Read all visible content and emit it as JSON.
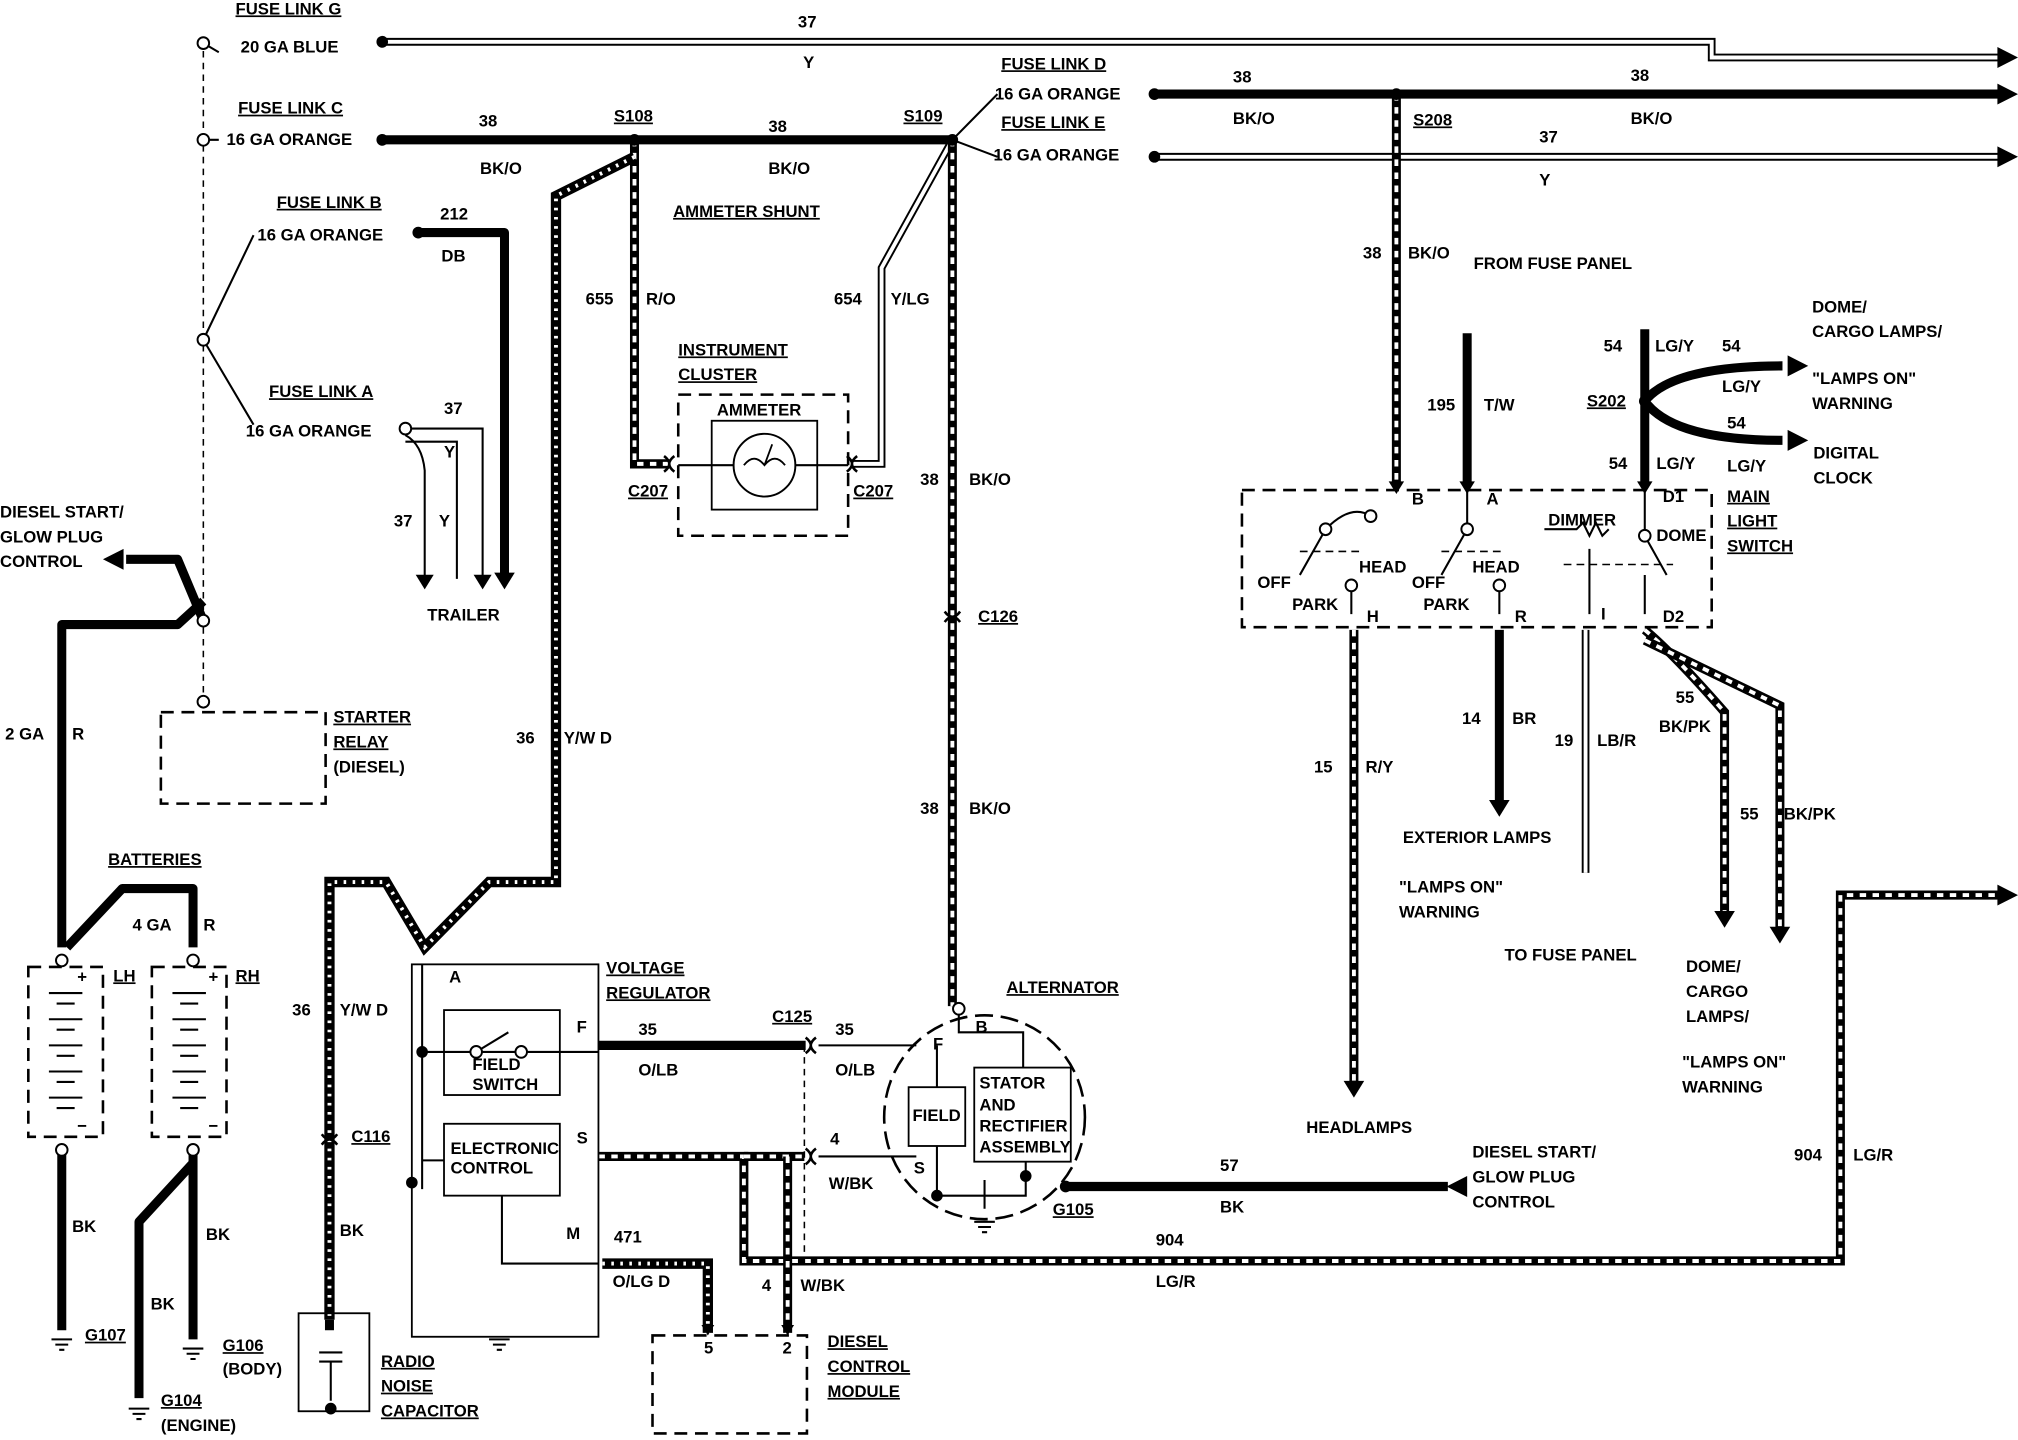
{
  "fuse_links": {
    "g": {
      "name": "FUSE LINK G",
      "gauge": "20 GA BLUE"
    },
    "c": {
      "name": "FUSE LINK C",
      "gauge": "16 GA ORANGE"
    },
    "b": {
      "name": "FUSE LINK B",
      "gauge": "16 GA ORANGE"
    },
    "a": {
      "name": "FUSE LINK A",
      "gauge": "16 GA ORANGE"
    },
    "d": {
      "name": "FUSE LINK D",
      "gauge": "16 GA ORANGE"
    },
    "e": {
      "name": "FUSE LINK E",
      "gauge": "16 GA ORANGE"
    }
  },
  "splices": {
    "s108": "S108",
    "s109": "S109",
    "s208": "S208",
    "s202": "S202"
  },
  "connectors": {
    "c207_left": "C207",
    "c207_right": "C207",
    "c126": "C126",
    "c125": "C125",
    "c116": "C116"
  },
  "grounds": {
    "g107": "G107",
    "g106": "G106",
    "g106_note": "(BODY)",
    "g104": "G104",
    "g104_note": "(ENGINE)",
    "g105": "G105"
  },
  "components": {
    "ammeter_shunt": "AMMETER SHUNT",
    "instrument_cluster_1": "INSTRUMENT",
    "instrument_cluster_2": "CLUSTER",
    "ammeter": "AMMETER",
    "starter_relay_1": "STARTER",
    "starter_relay_2": "RELAY",
    "starter_relay_3": "(DIESEL)",
    "batteries": "BATTERIES",
    "battery_lh": "LH",
    "battery_rh": "RH",
    "voltage_regulator_1": "VOLTAGE",
    "voltage_regulator_2": "REGULATOR",
    "field_switch_1": "FIELD",
    "field_switch_2": "SWITCH",
    "electronic_control_1": "ELECTRONIC",
    "electronic_control_2": "CONTROL",
    "alternator": "ALTERNATOR",
    "alt_field": "FIELD",
    "stator_1": "STATOR",
    "stator_2": "AND",
    "stator_3": "RECTIFIER",
    "stator_4": "ASSEMBLY",
    "radio_cap_1": "RADIO",
    "radio_cap_2": "NOISE",
    "radio_cap_3": "CAPACITOR",
    "diesel_module_1": "DIESEL",
    "diesel_module_2": "CONTROL",
    "diesel_module_3": "MODULE",
    "main_switch_1": "MAIN",
    "main_switch_2": "LIGHT",
    "main_switch_3": "SWITCH",
    "dimmer": "DIMMER",
    "dome": "DOME"
  },
  "terminals": {
    "reg_a": "A",
    "reg_f": "F",
    "reg_s": "S",
    "reg_m": "M",
    "alt_f": "F",
    "alt_b": "B",
    "alt_s": "S",
    "mod_5": "5",
    "mod_2": "2",
    "sw_b": "B",
    "sw_a": "A",
    "sw_d1": "D1",
    "sw_h": "H",
    "sw_r": "R",
    "sw_i": "I",
    "sw_d2": "D2",
    "off1": "OFF",
    "head1": "HEAD",
    "park1": "PARK",
    "off2": "OFF",
    "head2": "HEAD",
    "park2": "PARK",
    "plus_lh": "+",
    "minus_lh": "−",
    "plus_rh": "+",
    "minus_rh": "−"
  },
  "circuits": {
    "c37_top": "37",
    "y_top": "Y",
    "c38_c": "38",
    "bko_c": "BK/O",
    "c38_mid": "38",
    "bko_mid": "BK/O",
    "c38_d1": "38",
    "bko_d1": "BK/O",
    "c38_d2": "38",
    "bko_d2": "BK/O",
    "c37_e": "37",
    "y_e": "Y",
    "c212": "212",
    "db": "DB",
    "c37_a": "37",
    "y_a1": "Y",
    "c37_a2": "37",
    "y_a2": "Y",
    "c655": "655",
    "ro": "R/O",
    "c654": "654",
    "ylg": "Y/LG",
    "c38_v1": "38",
    "bko_v1": "BK/O",
    "c38_v2": "38",
    "bko_v2": "BK/O",
    "c38_s208": "38",
    "bko_s208": "BK/O",
    "c195": "195",
    "tw": "T/W",
    "c54_a": "54",
    "lgy_a": "LG/Y",
    "c54_b": "54",
    "lgy_b": "LG/Y",
    "c54_c": "54",
    "lgy_c": "LG/Y",
    "c54_d": "54",
    "lgy_d": "LG/Y",
    "c36_a": "36",
    "ywd_a": "Y/W D",
    "c36_b": "36",
    "ywd_b": "Y/W D",
    "ga2": "2 GA",
    "r_2ga": "R",
    "ga4": "4 GA",
    "r_4ga": "R",
    "bk_lh": "BK",
    "bk_rh": "BK",
    "bk_eng": "BK",
    "bk_cap": "BK",
    "c35_a": "35",
    "olb_a": "O/LB",
    "c35_b": "35",
    "olb_b": "O/LB",
    "c4_a": "4",
    "wbk_a": "W/BK",
    "c4_b": "4",
    "wbk_b": "W/BK",
    "c471": "471",
    "olgd": "O/LG D",
    "c57": "57",
    "bk_57": "BK",
    "c904_a": "904",
    "lgr_a": "LG/R",
    "c904_b": "904",
    "lgr_b": "LG/R",
    "c15": "15",
    "ry": "R/Y",
    "c14": "14",
    "br": "BR",
    "c19": "19",
    "lbr": "LB/R",
    "c55_a": "55",
    "bkpk_a": "BK/PK",
    "c55_b": "55",
    "bkpk_b": "BK/PK"
  },
  "destinations": {
    "diesel_start_1": "DIESEL START/",
    "diesel_start_2": "GLOW PLUG",
    "diesel_start_3": "CONTROL",
    "trailer": "TRAILER",
    "from_fuse_panel": "FROM FUSE PANEL",
    "dome_cargo_1": "DOME/",
    "dome_cargo_2": "CARGO LAMPS/",
    "lamps_on_1": "\"LAMPS ON\"",
    "warning_1": "WARNING",
    "digital_clock_1": "DIGITAL",
    "digital_clock_2": "CLOCK",
    "exterior_lamps": "EXTERIOR LAMPS",
    "lamps_on_2": "\"LAMPS ON\"",
    "warning_2": "WARNING",
    "to_fuse_panel": "TO FUSE PANEL",
    "dome2_1": "DOME/",
    "dome2_2": "CARGO",
    "dome2_3": "LAMPS/",
    "lamps_on_3": "\"LAMPS ON\"",
    "warning_3": "WARNING",
    "headlamps": "HEADLAMPS",
    "diesel_start_r1": "DIESEL START/",
    "diesel_start_r2": "GLOW PLUG",
    "diesel_start_r3": "CONTROL"
  }
}
